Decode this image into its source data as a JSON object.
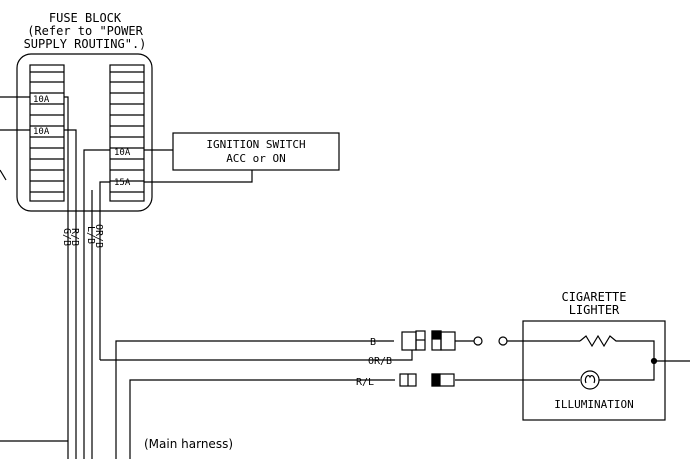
{
  "fuse_block": {
    "title_lines": [
      "FUSE BLOCK",
      "(Refer to \"POWER",
      "SUPPLY ROUTING\".)"
    ],
    "fuses": [
      "10A",
      "10A",
      "10A",
      "15A"
    ]
  },
  "ignition_switch": {
    "lines": [
      "IGNITION SWITCH",
      "ACC or ON"
    ]
  },
  "vertical_wire_labels": [
    "G/B",
    "R/B",
    "L/B",
    "OR/B"
  ],
  "connector_wires": [
    "B",
    "OR/B",
    "R/L"
  ],
  "cigarette_lighter": {
    "title_lines": [
      "CIGARETTE",
      "LIGHTER"
    ],
    "illumination_label": "ILLUMINATION"
  },
  "harness_caption": "(Main harness)"
}
